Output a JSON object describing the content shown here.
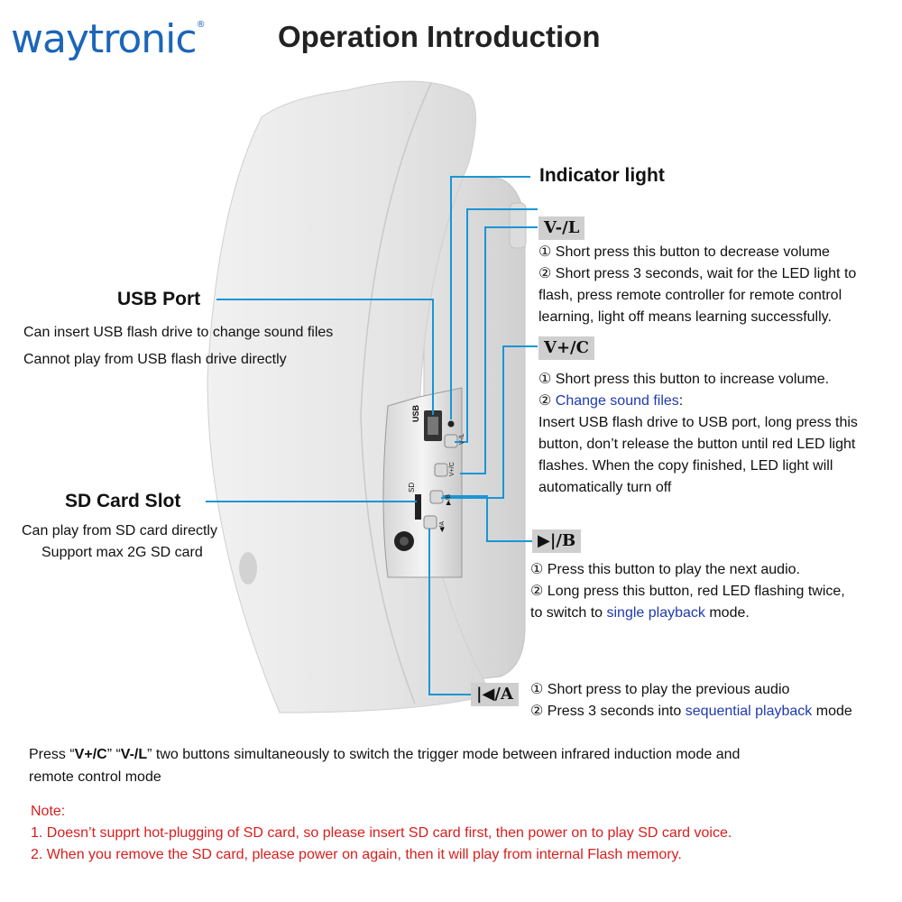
{
  "brand": {
    "name": "waytronic",
    "reg": "®"
  },
  "page_title": "Operation Introduction",
  "indicator": {
    "label": "Indicator light"
  },
  "usb": {
    "label": "USB Port",
    "line1": "Can insert USB flash drive to change sound files",
    "line2": "Cannot play from USB flash drive directly"
  },
  "sd": {
    "label": "SD Card Slot",
    "line1": "Can play from SD card directly",
    "line2": "Support max 2G SD card"
  },
  "vl": {
    "label": "V-/L",
    "line1": "①  Short press this button to decrease volume",
    "line2": "②  Short press 3 seconds, wait for the LED light to",
    "line3": "flash, press remote controller for remote control",
    "line4": "learning, light off means learning successfully."
  },
  "vc": {
    "label": "V+/C",
    "line1": "①  Short press this button to increase volume.",
    "line2_prefix": "②  ",
    "line2_blue": "Change sound files",
    "line2_suffix": ":",
    "line3": "Insert USB flash drive to USB port, long press this",
    "line4": "button, don’t release the button until red LED light",
    "line5": "flashes. When the copy finished, LED light will",
    "line6": "automatically turn off"
  },
  "b": {
    "label": "▶|/B",
    "line1": "①  Press this button to play the next audio.",
    "line2": "②  Long press this button, red LED flashing twice,",
    "line3_prefix": "to switch to ",
    "line3_blue": "single playback",
    "line3_suffix": " mode."
  },
  "a": {
    "label": "|◀/A",
    "line1": "①  Short press to play the previous audio",
    "line2_prefix": "②  Press 3 seconds into ",
    "line2_blue": "sequential playback",
    "line2_suffix": " mode"
  },
  "panel": {
    "usb": "USB",
    "sd": "SD",
    "k1": "V-/L",
    "k2": "V+/C",
    "k3": "▶/B",
    "k4": "◀/A"
  },
  "press_note": {
    "p1": "Press “",
    "b1": "V+/C",
    "p2": "” “",
    "b2": "V-/L",
    "p3": "” two buttons simultaneously to switch the trigger mode between infrared induction mode and",
    "line2": "remote control mode"
  },
  "note": {
    "title": "Note:",
    "item1": "1. Doesn’t supprt hot-plugging of SD card, so please insert SD card first, then power on to play SD card voice.",
    "item2": "2. When you remove the SD card, please power on again, then it will play from internal Flash memory."
  },
  "colors": {
    "brand": "#1c66b8",
    "leader": "#1b95d6",
    "highlight": "#1f3ab0",
    "note": "#d81e1e"
  }
}
